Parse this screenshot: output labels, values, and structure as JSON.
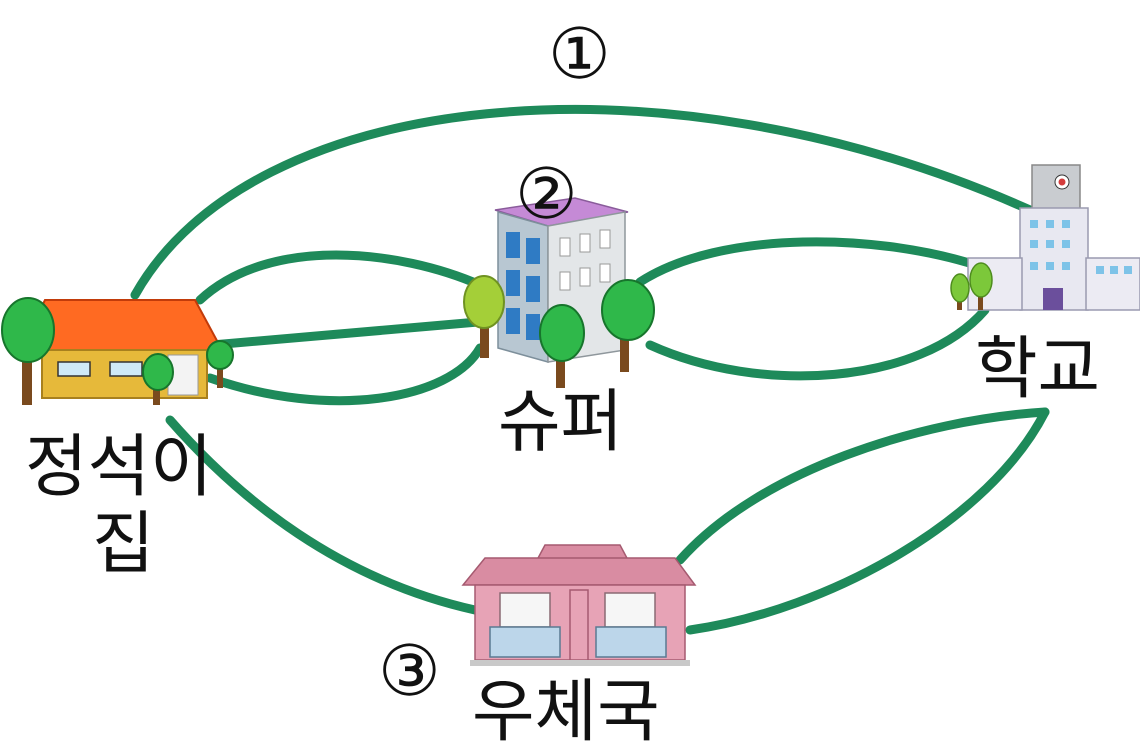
{
  "places": {
    "home": "정석이\n집",
    "supermarket": "슈퍼",
    "school": "학교",
    "post_office": "우체국"
  },
  "route_numbers": {
    "r1": "①",
    "r2": "②",
    "r3": "③"
  },
  "colors": {
    "path": "#1e8a5a",
    "roof_home": "#ff6a22",
    "wall_home": "#e6b93a",
    "post_office": "#e7a3b6",
    "tree": "#2fb84a"
  },
  "icons": [
    "house-icon",
    "supermarket-building-icon",
    "school-building-icon",
    "post-office-icon",
    "tree-icon"
  ]
}
